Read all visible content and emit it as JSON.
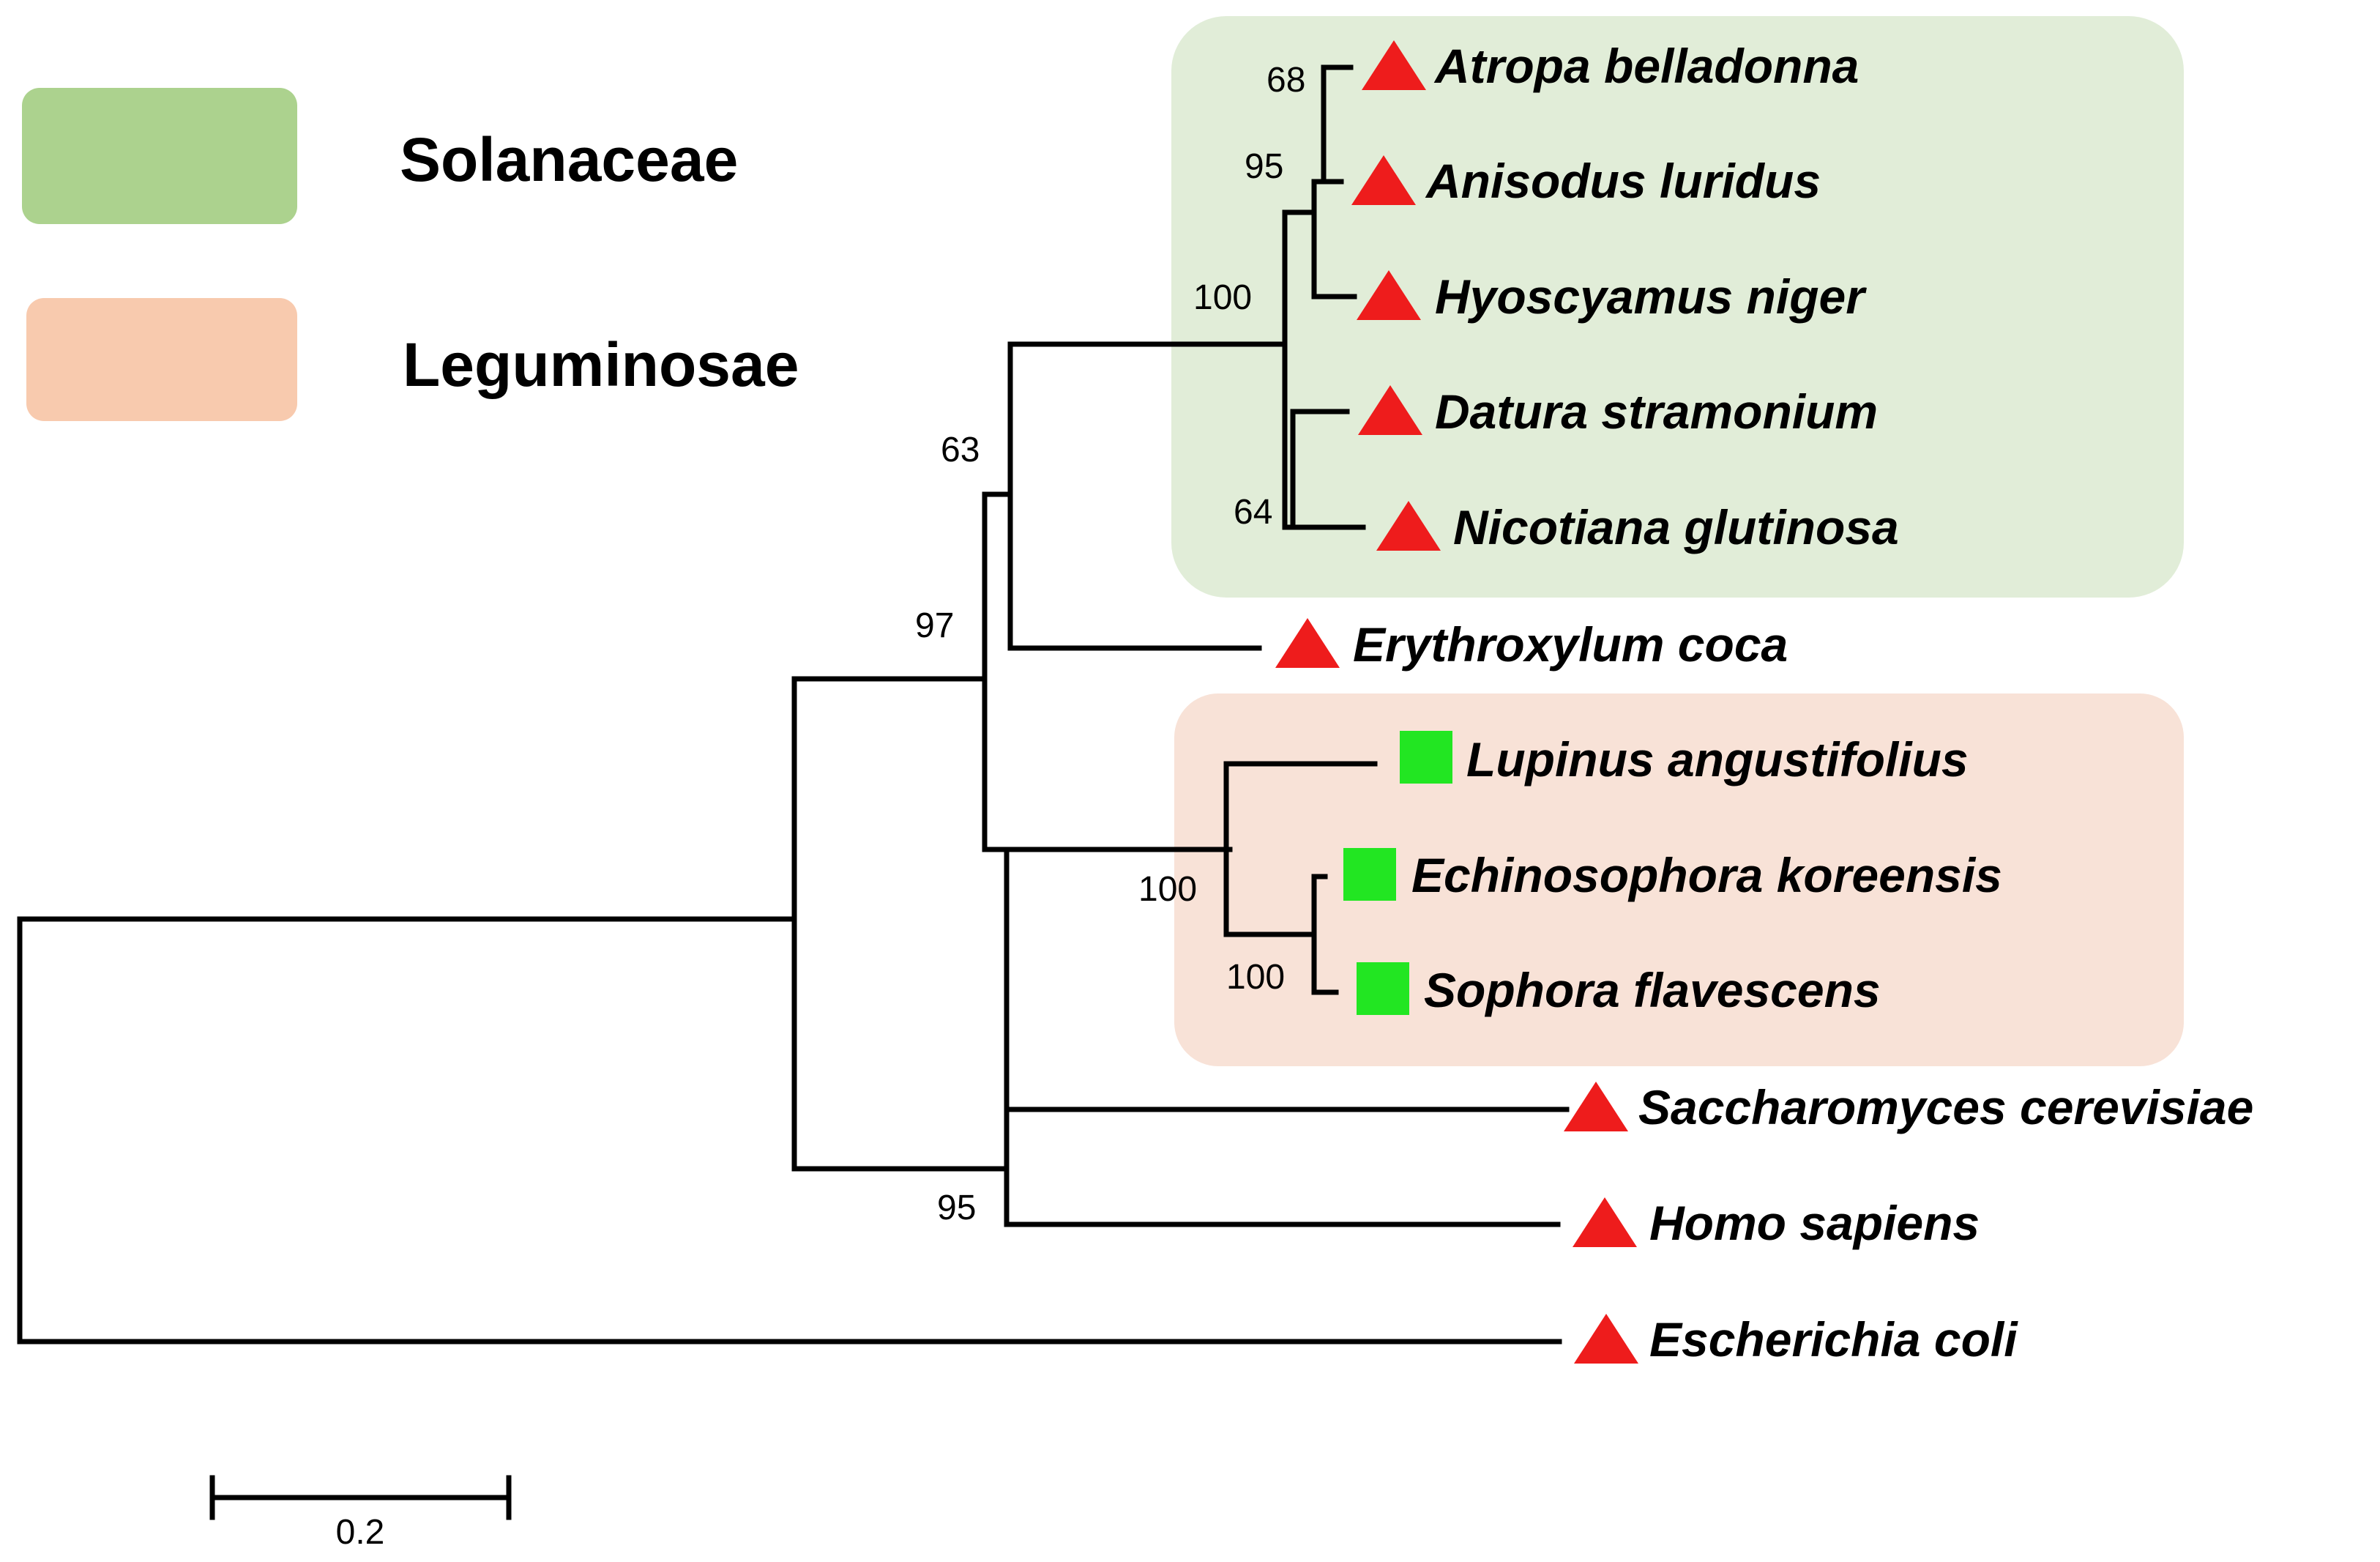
{
  "colors": {
    "solanaceae_fill": "#e1edd8",
    "leguminosae_fill": "#f8e2d7",
    "legend_solanaceae": "#acd28e",
    "legend_leguminosae": "#f8caae",
    "triangle_marker": "#ee1c1c",
    "square_marker": "#22e622"
  },
  "legend": [
    {
      "label": "Solanaceae",
      "color": "#acd28e"
    },
    {
      "label": "Leguminosae",
      "color": "#f8caae"
    }
  ],
  "taxa": [
    {
      "name": "Atropa belladonna",
      "marker": "triangle"
    },
    {
      "name": "Anisodus luridus",
      "marker": "triangle"
    },
    {
      "name": "Hyoscyamus niger",
      "marker": "triangle"
    },
    {
      "name": "Datura stramonium",
      "marker": "triangle"
    },
    {
      "name": "Nicotiana glutinosa",
      "marker": "triangle"
    },
    {
      "name": "Erythroxylum coca",
      "marker": "triangle"
    },
    {
      "name": "Lupinus angustifolius",
      "marker": "square"
    },
    {
      "name": "Echinosophora koreensis",
      "marker": "square"
    },
    {
      "name": "Sophora flavescens",
      "marker": "square"
    },
    {
      "name": "Saccharomyces cerevisiae",
      "marker": "triangle"
    },
    {
      "name": "Homo sapiens",
      "marker": "triangle"
    },
    {
      "name": "Escherichia coli",
      "marker": "triangle"
    }
  ],
  "bootstrap": [
    "68",
    "95",
    "100",
    "64",
    "63",
    "97",
    "100",
    "100",
    "95"
  ],
  "scale_bar": {
    "label": "0.2",
    "length": 0.2
  }
}
